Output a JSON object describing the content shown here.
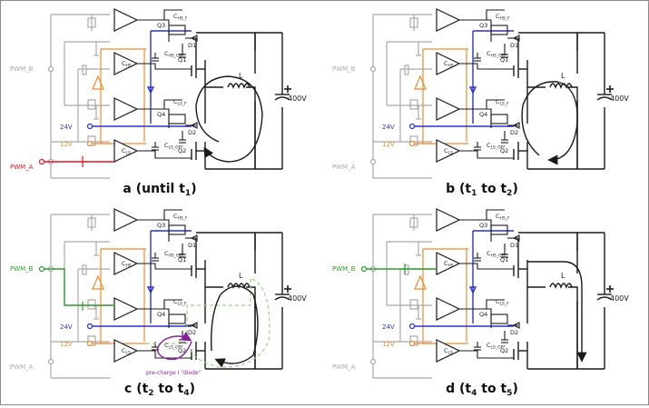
{
  "colors": {
    "wire": "#1a1a1a",
    "gray": "#a9a9a9",
    "blue": "#2b32c9",
    "orange": "#f08a2a",
    "red": "#e0141e",
    "green": "#2e9e2e",
    "green_dash": "#9ad38a",
    "purple": "#8a1f9c"
  },
  "labels": {
    "c_hs_f": "CHS_F",
    "c_hs_off": "CHS_OFF",
    "c_hs": "CHS",
    "c_ls_f": "CLS_F",
    "c_ls_off": "CLS_OFF",
    "c_ls": "CLS",
    "q1": "Q1",
    "q2": "Q2",
    "q3": "Q3",
    "q4": "Q4",
    "d1": "D1",
    "d2": "D2",
    "inductor": "L",
    "bus_voltage": "400V",
    "supply_24v": "24V",
    "supply_12v": "12V",
    "pwm_a": "PWM_A",
    "pwm_b": "PWM_B",
    "precharge_note": "pre-charge I \"diode\""
  },
  "panels": [
    {
      "id": "a",
      "caption": "a (until t1)",
      "caption_main": "a (until t",
      "caption_sub": "1",
      "caption_end": ")"
    },
    {
      "id": "b",
      "caption": "b (t1 to t2)",
      "caption_main": "b (t",
      "caption_sub": "1",
      "caption_mid": " to t",
      "caption_sub2": "2",
      "caption_end": ")"
    },
    {
      "id": "c",
      "caption": "c (t2 to t4)",
      "caption_main": "c (t",
      "caption_sub": "2",
      "caption_mid": " to t",
      "caption_sub2": "4",
      "caption_end": ")"
    },
    {
      "id": "d",
      "caption": "d (t4 to t5)",
      "caption_main": "d (t",
      "caption_sub": "4",
      "caption_mid": " to t",
      "caption_sub2": "5",
      "caption_end": ")"
    }
  ]
}
